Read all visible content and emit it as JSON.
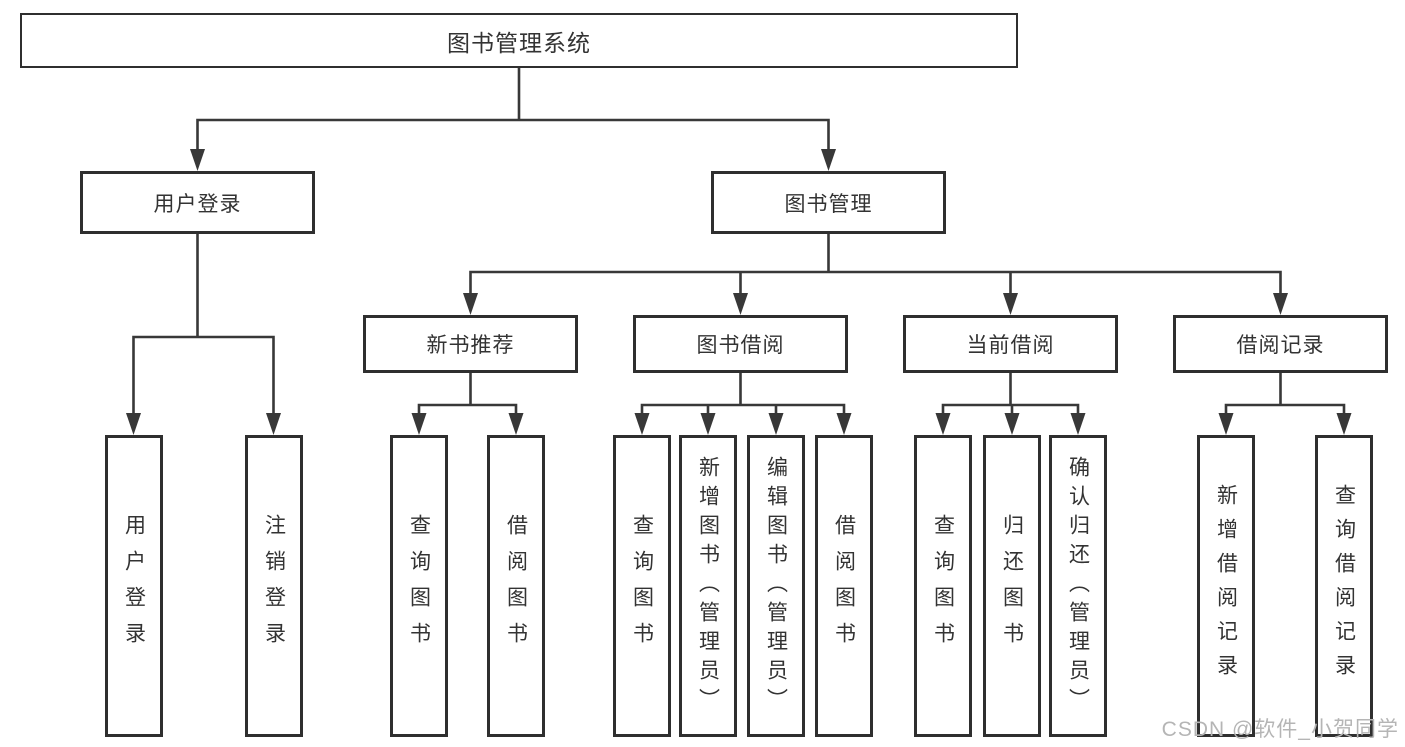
{
  "diagram": {
    "root": {
      "label": "图书管理系统"
    },
    "branches": [
      {
        "label": "用户登录",
        "children": [
          {
            "label": "用户登录"
          },
          {
            "label": "注销登录"
          }
        ]
      },
      {
        "label": "图书管理",
        "children": [
          {
            "label": "新书推荐",
            "children": [
              {
                "label": "查询图书"
              },
              {
                "label": "借阅图书"
              }
            ]
          },
          {
            "label": "图书借阅",
            "children": [
              {
                "label": "查询图书"
              },
              {
                "label": "新增图书（管理员）"
              },
              {
                "label": "编辑图书（管理员）"
              },
              {
                "label": "借阅图书"
              }
            ]
          },
          {
            "label": "当前借阅",
            "children": [
              {
                "label": "查询图书"
              },
              {
                "label": "归还图书"
              },
              {
                "label": "确认归还（管理员）"
              }
            ]
          },
          {
            "label": "借阅记录",
            "children": [
              {
                "label": "新增借阅记录"
              },
              {
                "label": "查询借阅记录"
              }
            ]
          }
        ]
      }
    ]
  },
  "watermark": {
    "text": "CSDN @软件_小贺同学"
  },
  "colors": {
    "line": "#383838",
    "border": "#2f2f2f",
    "text": "#333333",
    "watermark": "#b5b5b5",
    "background": "#ffffff"
  }
}
